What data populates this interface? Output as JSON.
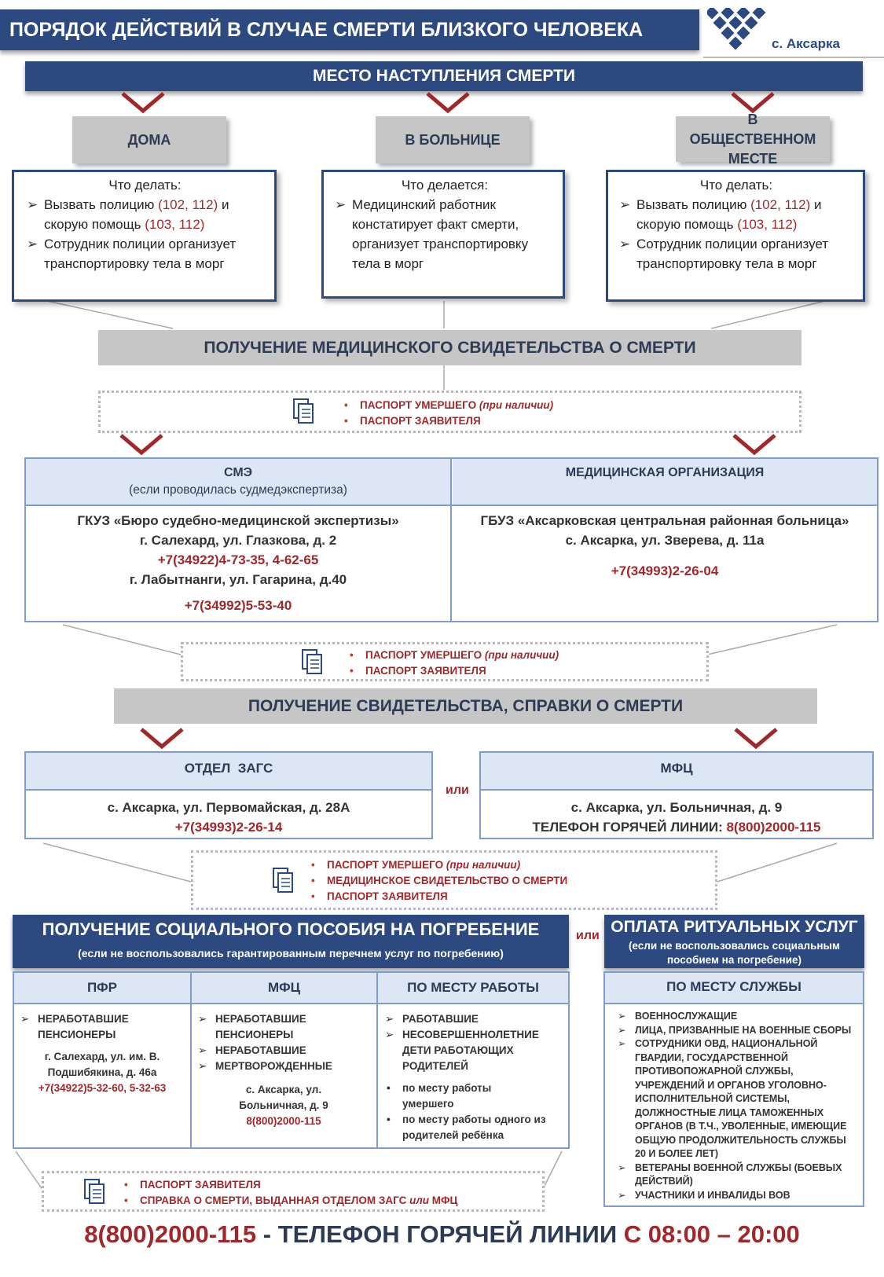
{
  "header": {
    "title": "ПОРЯДОК ДЕЙСТВИЙ В СЛУЧАЕ СМЕРТИ БЛИЗКОГО ЧЕЛОВЕКА",
    "location": "с. Аксарка"
  },
  "place": {
    "title": "МЕСТО НАСТУПЛЕНИЯ СМЕРТИ",
    "home": {
      "label": "ДОМА",
      "what": "Что делать:",
      "item1_a": "Вызвать полицию ",
      "item1_b": "(102, 112)",
      "item1_c": " и скорую помощь ",
      "item1_d": "(103, 112)",
      "item2": "Сотрудник полиции организует транспортировку тела в морг"
    },
    "hospital": {
      "label": "В БОЛЬНИЦЕ",
      "what": "Что делается:",
      "item1": "Медицинский работник констатирует факт смерти, организует транспортировку тела в морг"
    },
    "public": {
      "label": "В ОБЩЕСТВЕННОМ МЕСТЕ",
      "what": "Что делать:",
      "item1_a": "Вызвать полицию ",
      "item1_b": "(102, 112)",
      "item1_c": " и скорую помощь ",
      "item1_d": "(103, 112)",
      "item2": "Сотрудник полиции организует транспортировку тела в морг"
    }
  },
  "med_cert": {
    "title": "ПОЛУЧЕНИЕ МЕДИЦИНСКОГО СВИДЕТЕЛЬСТВА О СМЕРТИ"
  },
  "docs1": {
    "d1": "ПАСПОРТ УМЕРШЕГО",
    "d1_note": "(при наличии)",
    "d2": "ПАСПОРТ ЗАЯВИТЕЛЯ"
  },
  "sme": {
    "title": "СМЭ",
    "subtitle": "(если проводилась судмедэкспертиза)",
    "org": "ГКУЗ «Бюро судебно-медицинской экспертизы»",
    "addr1": "г. Салехард, ул. Глазкова, д. 2",
    "phone1": "+7(34922)4-73-35, 4-62-65",
    "addr2": "г. Лабытнанги, ул. Гагарина, д.40",
    "phone2": "+7(34992)5-53-40"
  },
  "medorg": {
    "title": "МЕДИЦИНСКАЯ ОРГАНИЗАЦИЯ",
    "org": "ГБУЗ «Аксарковская центральная районная больница»",
    "addr": "с. Аксарка, ул. Зверева, д. 11а",
    "phone": "+7(34993)2-26-04"
  },
  "docs2": {
    "d1": "ПАСПОРТ УМЕРШЕГО",
    "d1_note": "(при наличии)",
    "d2": "ПАСПОРТ ЗАЯВИТЕЛЯ"
  },
  "cert": {
    "title": "ПОЛУЧЕНИЕ СВИДЕТЕЛЬСТВА, СПРАВКИ О СМЕРТИ"
  },
  "zags": {
    "title": "ОТДЕЛ  ЗАГС",
    "addr": "с. Аксарка, ул. Первомайская, д. 28А",
    "phone": "+7(34993)2-26-14"
  },
  "or1": "или",
  "mfc": {
    "title": "МФЦ",
    "addr": "с. Аксарка, ул. Больничная, д. 9",
    "hotline_label": "ТЕЛЕФОН ГОРЯЧЕЙ ЛИНИИ: ",
    "hotline": "8(800)2000-115"
  },
  "docs3": {
    "d1": "ПАСПОРТ УМЕРШЕГО",
    "d1_note": "(при наличии)",
    "d2": "МЕДИЦИНСКОЕ СВИДЕТЕЛЬСТВО О СМЕРТИ",
    "d3": "ПАСПОРТ ЗАЯВИТЕЛЯ"
  },
  "benefit": {
    "title": "ПОЛУЧЕНИЕ СОЦИАЛЬНОГО ПОСОБИЯ НА ПОГРЕБЕНИЕ",
    "subtitle": "(если не воспользовались гарантированным перечнем услуг по погребению)",
    "pfr": {
      "title": "ПФР",
      "i1": "НЕРАБОТАВШИЕ ПЕНСИОНЕРЫ",
      "addr": "г. Салехард, ул. им. В. Подшибякина, д. 46а",
      "phone": "+7(34922)5-32-60, 5-32-63"
    },
    "mfc": {
      "title": "МФЦ",
      "i1": "НЕРАБОТАВШИЕ ПЕНСИОНЕРЫ",
      "i2": "НЕРАБОТАВШИЕ",
      "i3": "МЕРТВОРОЖДЕННЫЕ",
      "addr": "с. Аксарка, ул. Больничная, д. 9",
      "phone": "8(800)2000-115"
    },
    "work": {
      "title": "ПО МЕСТУ РАБОТЫ",
      "i1": "РАБОТАВШИЕ",
      "i2": "НЕСОВЕРШЕННОЛЕТНИЕ ДЕТИ РАБОТАЮЩИХ РОДИТЕЛЕЙ",
      "b1": "по месту работы умершего",
      "b2": "по месту работы одного из родителей ребёнка"
    }
  },
  "or2": "или",
  "ritual": {
    "title": "ОПЛАТА РИТУАЛЬНЫХ УСЛУГ",
    "subtitle": "(если не воспользовались социальным пособием на погребение)",
    "service_title": "ПО МЕСТУ СЛУЖБЫ",
    "items": [
      "ВОЕННОСЛУЖАЩИЕ",
      "ЛИЦА, ПРИЗВАННЫЕ НА ВОЕННЫЕ СБОРЫ",
      "СОТРУДНИКИ ОВД, НАЦИОНАЛЬНОЙ ГВАРДИИ, ГОСУДАРСТВЕННОЙ ПРОТИВОПОЖАРНОЙ СЛУЖБЫ, УЧРЕЖДЕНИЙ И ОРГАНОВ УГОЛОВНО-ИСПОЛНИТЕЛЬНОЙ СИСТЕМЫ, ДОЛЖНОСТНЫЕ ЛИЦА ТАМОЖЕННЫХ ОРГАНОВ (В Т.Ч., УВОЛЕННЫЕ, ИМЕЮЩИЕ ОБЩУЮ ПРОДОЛЖИТЕЛЬНОСТЬ  СЛУЖБЫ 20 И БОЛЕЕ ЛЕТ)",
      "ВЕТЕРАНЫ ВОЕННОЙ СЛУЖБЫ (БОЕВЫХ ДЕЙСТВИЙ)",
      "УЧАСТНИКИ И ИНВАЛИДЫ ВОВ"
    ]
  },
  "docs4": {
    "d1": "ПАСПОРТ ЗАЯВИТЕЛЯ",
    "d2_a": "СПРАВКА О СМЕРТИ, ВЫДАННАЯ ОТДЕЛОМ ЗАГС ",
    "d2_b": "или",
    "d2_c": " МФЦ"
  },
  "footer": {
    "phone": "8(800)2000-115",
    "mid": " - ТЕЛЕФОН ГОРЯЧЕЙ ЛИНИИ ",
    "hours": "С 08:00 – 20:00"
  }
}
